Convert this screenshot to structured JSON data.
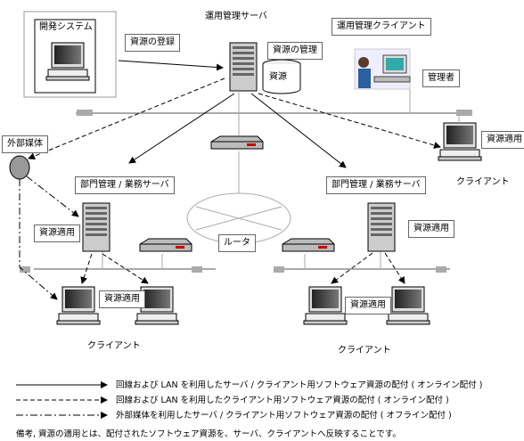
{
  "labels": {
    "dev_system": "開発システム",
    "ops_server": "運用管理サーバ",
    "ops_client": "運用管理クライアント",
    "resource_register": "資源の登録",
    "resource_manage": "資源の管理",
    "resource": "資源",
    "admin": "管理者",
    "external_media": "外部媒体",
    "client_top_right": "クライアント",
    "apply_top_right": "資源適用",
    "dept_server_left": "部門管理 / 業務サーバ",
    "dept_server_right": "部門管理 / 業務サーバ",
    "apply_server_left": "資源適用",
    "apply_server_right": "資源適用",
    "router": "ルータ",
    "apply_clients_left": "資源適用",
    "apply_clients_right": "資源適用",
    "clients_left": "クライアント",
    "clients_right": "クライアント"
  },
  "legend": [
    {
      "style": "solid",
      "text": "回線および LAN を利用したサーバ / クライアント用ソフトウェア資源の配付 ( オンライン配付 )"
    },
    {
      "style": "dashed",
      "text": "回線および LAN を利用したクライアント用ソフトウェア資源の配付 ( オンライン配付 )"
    },
    {
      "style": "dashdot",
      "text": "外部媒体を利用したサーバ / クライアント用ソフトウェア資源の配付 ( オフライン配付 )"
    }
  ],
  "note": "備考,  資源の適用とは、配付されたソフトウェア資源を、サーバ、クライアントへ反映することです。"
}
